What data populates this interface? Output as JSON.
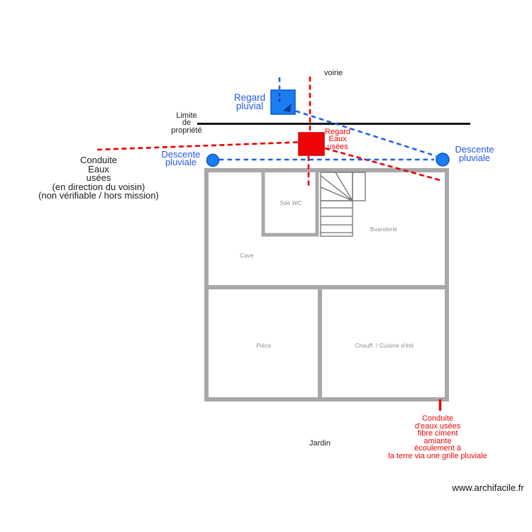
{
  "colors": {
    "blue_marker": "#1a7df2",
    "blue_marker_border": "#0c55c5",
    "blue_text": "#2457e6",
    "blue_dash": "#2060e8",
    "dark_blue_arrow": "#0a3e9c",
    "red": "#ee0404",
    "red_dash": "#e60000",
    "wall_gray": "#a8a8a8",
    "stair_gray": "#707070",
    "room_label_gray": "#8c8c8c",
    "property_line_black": "#151515"
  },
  "annotations": {
    "voirie": "voirie",
    "limite_propriete": {
      "lines": [
        "Limite",
        "de",
        "propriété"
      ]
    },
    "regard_pluvial": {
      "lines": [
        "Regard",
        "pluvial"
      ]
    },
    "regard_eaux_usees": {
      "lines": [
        "Regard",
        "Eaux",
        "usées"
      ]
    },
    "descente_pluviale_left": {
      "lines": [
        "Descente",
        "pluviale"
      ]
    },
    "descente_pluviale_right": {
      "lines": [
        "Descente",
        "pluviale"
      ]
    },
    "conduite_eaux_usees_left": {
      "lines": [
        "Conduite",
        "Eaux",
        "usées",
        "(en direction du voisin)",
        "(non vérifiable / hors mission)"
      ]
    },
    "conduite_eaux_usees_bottom": {
      "lines": [
        "Conduite",
        "d'eaux usées",
        "fibre ciment",
        "amiante",
        "écoulement à",
        "la terre via une grille pluviale"
      ]
    },
    "jardin": "Jardin"
  },
  "rooms": [
    {
      "label": "Sde WC"
    },
    {
      "label": "Buanderie"
    },
    {
      "label": "Cave"
    },
    {
      "label": "Pièce"
    },
    {
      "label": "Chauff. / Cuisine d'été"
    }
  ],
  "watermark": "www.archifacile.fr"
}
